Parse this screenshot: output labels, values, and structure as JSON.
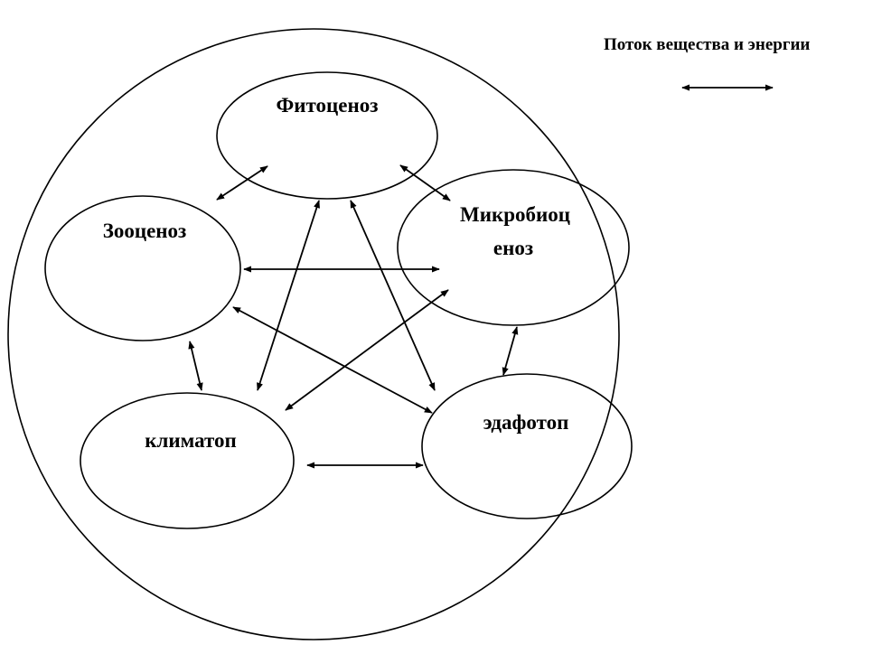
{
  "colors": {
    "ink": "#000000",
    "background": "#ffffff"
  },
  "legend": {
    "label": "Поток вещества и энергии",
    "symbol": "double-arrow-icon"
  },
  "nodes": {
    "phytocenosis": {
      "label": "Фитоценоз"
    },
    "zoocenosis": {
      "label": "Зооценоз"
    },
    "microbiocenosis": {
      "label_line1": "Микробиоц",
      "label_line2": "еноз"
    },
    "climatope": {
      "label": "климатоп"
    },
    "edaphotope": {
      "label": "эдафотоп"
    }
  }
}
